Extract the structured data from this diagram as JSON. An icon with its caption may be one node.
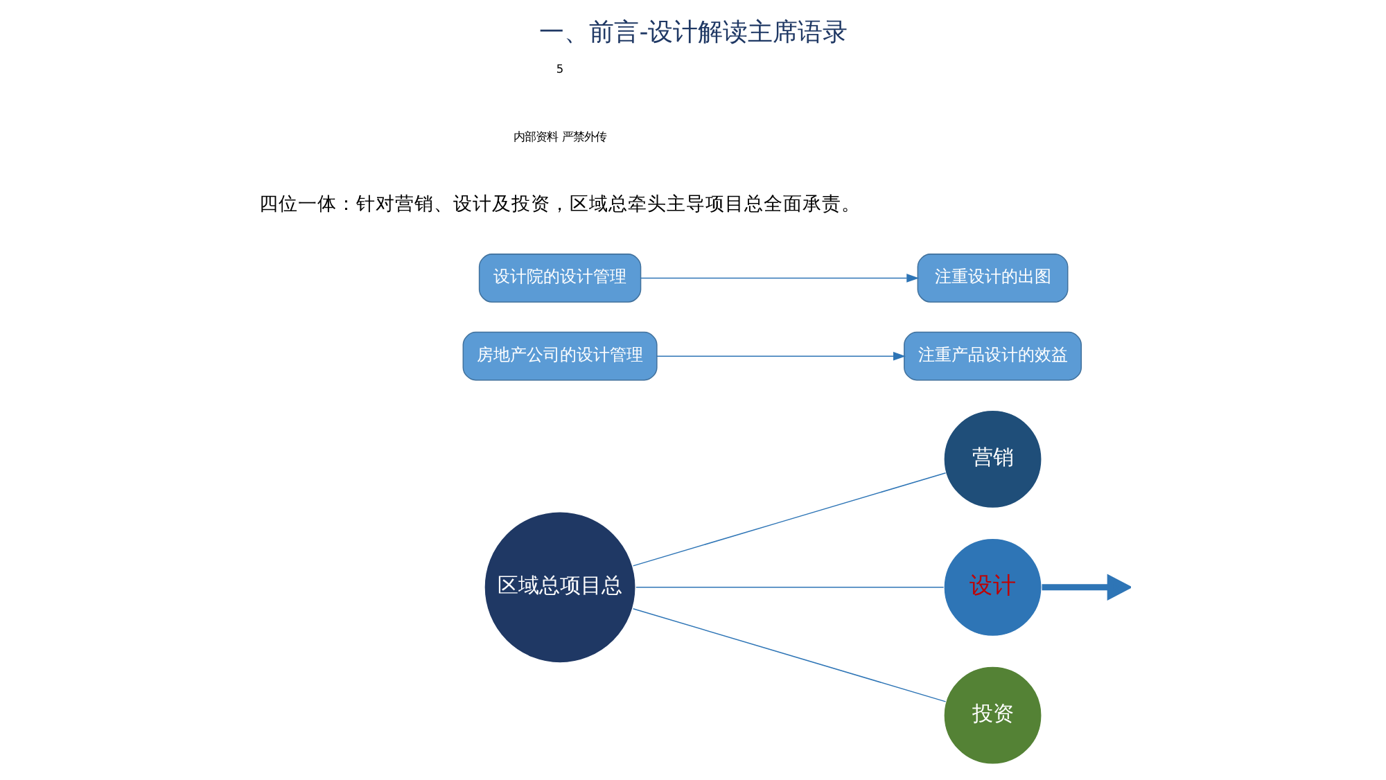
{
  "diagram": {
    "title": "一、前言-设计解读主席语录",
    "nodes": [
      {
        "text": [
          "区域总项目总"
        ]
      },
      {
        "text": [
          "营销"
        ]
      },
      {
        "text": [
          "设计"
        ]
      },
      {
        "text": [
          "投资"
        ]
      },
      {
        "text": [
          "房地产公司的设计管理"
        ]
      },
      {
        "text": [
          "注重产品设计的效益"
        ]
      },
      {
        "text": [
          "设计院的设计管理"
        ]
      },
      {
        "text": [
          "注重设计的出图"
        ]
      }
    ],
    "edges": [
      {
        "from": 0,
        "to": 1,
        "arrow": "none"
      },
      {
        "from": 0,
        "to": 2,
        "arrow": "none"
      },
      {
        "from": 0,
        "to": 3,
        "arrow": "none"
      },
      {
        "from": 2,
        "to": null,
        "arrow": "to",
        "style": "thick"
      },
      {
        "from": 4,
        "to": 5,
        "arrow": "to"
      },
      {
        "from": 6,
        "to": 7,
        "arrow": "to"
      }
    ],
    "labels": [
      "四位一体：针对营销、设计及投资，区域总牵头主导项目总全面承责。",
      "内部资料 严禁外传",
      "5"
    ]
  }
}
